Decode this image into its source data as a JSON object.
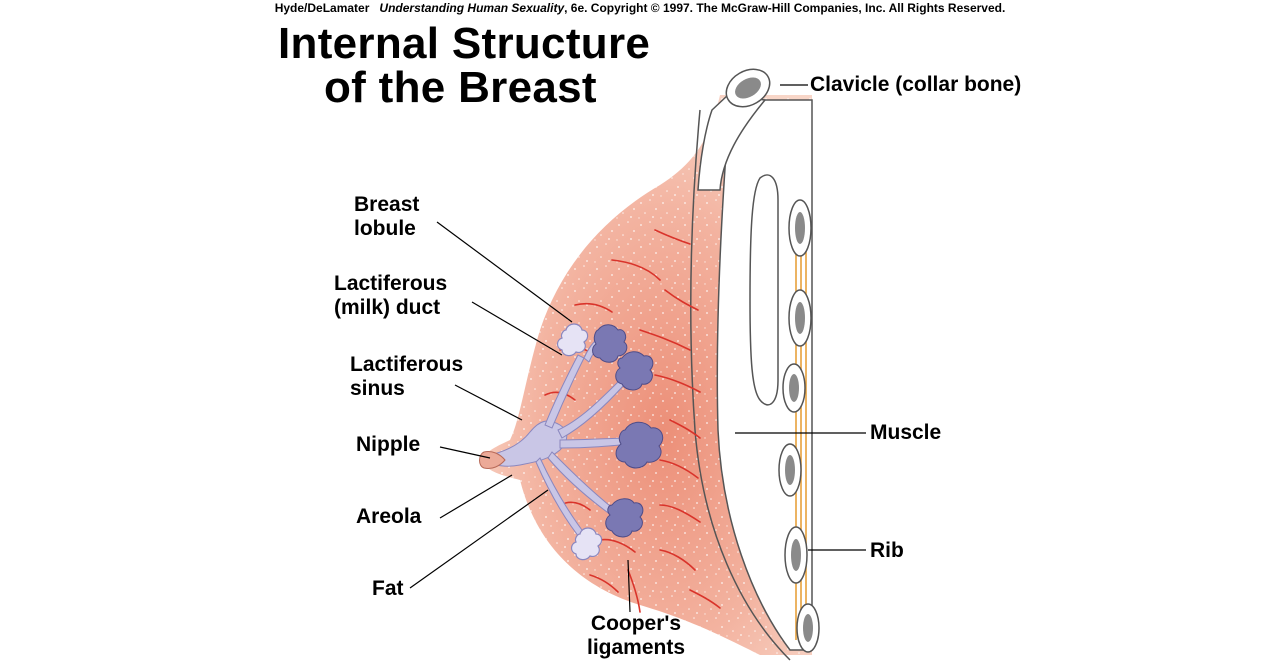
{
  "copyright": {
    "author": "Hyde/DeLamater",
    "book": "Understanding Human Sexuality",
    "rest": ", 6e.  Copyright © 1997. The McGraw-Hill Companies, Inc. All Rights Reserved."
  },
  "title": {
    "line1": "Internal Structure",
    "line2": "of the Breast"
  },
  "labels": {
    "breast_lobule_1": "Breast",
    "breast_lobule_2": "lobule",
    "lactiferous_duct_1": "Lactiferous",
    "lactiferous_duct_2": "(milk) duct",
    "lactiferous_sinus_1": "Lactiferous",
    "lactiferous_sinus_2": "sinus",
    "nipple": "Nipple",
    "areola": "Areola",
    "fat": "Fat",
    "coopers_1": "Cooper's",
    "coopers_2": "ligaments",
    "clavicle": "Clavicle (collar bone)",
    "muscle": "Muscle",
    "rib": "Rib"
  },
  "colors": {
    "tissue": "#f3b3a0",
    "ligaments": "#d9342b",
    "ducts": "#c9c6e6",
    "lobules": "#7a78b3",
    "bone": "#ffffff",
    "marrow": "#8a8a8a",
    "cartilage": "#e8a23c"
  }
}
